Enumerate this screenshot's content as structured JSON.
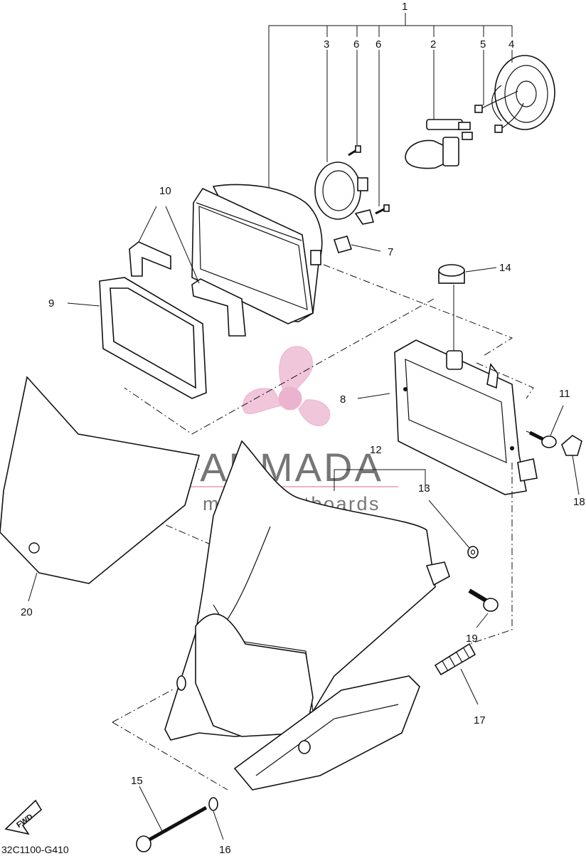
{
  "diagram": {
    "callouts": [
      {
        "id": "c1",
        "label": "1"
      },
      {
        "id": "c2",
        "label": "2"
      },
      {
        "id": "c3",
        "label": "3"
      },
      {
        "id": "c4",
        "label": "4"
      },
      {
        "id": "c5",
        "label": "5"
      },
      {
        "id": "c6a",
        "label": "6"
      },
      {
        "id": "c6b",
        "label": "6"
      },
      {
        "id": "c7",
        "label": "7"
      },
      {
        "id": "c8",
        "label": "8"
      },
      {
        "id": "c9",
        "label": "9"
      },
      {
        "id": "c10",
        "label": "10"
      },
      {
        "id": "c11",
        "label": "11"
      },
      {
        "id": "c12",
        "label": "12"
      },
      {
        "id": "c13",
        "label": "13"
      },
      {
        "id": "c14",
        "label": "14"
      },
      {
        "id": "c15",
        "label": "15"
      },
      {
        "id": "c16",
        "label": "16"
      },
      {
        "id": "c17",
        "label": "17"
      },
      {
        "id": "c18",
        "label": "18"
      },
      {
        "id": "c19",
        "label": "19"
      },
      {
        "id": "c20",
        "label": "20"
      }
    ],
    "arrow_label": "FWD",
    "drawing_code": "32C1100-G410"
  },
  "watermark": {
    "brand": "ARMADA",
    "tagline": "marine outboards",
    "logo_color": "#e8a6c6",
    "text_color": "#5f5f5f"
  }
}
